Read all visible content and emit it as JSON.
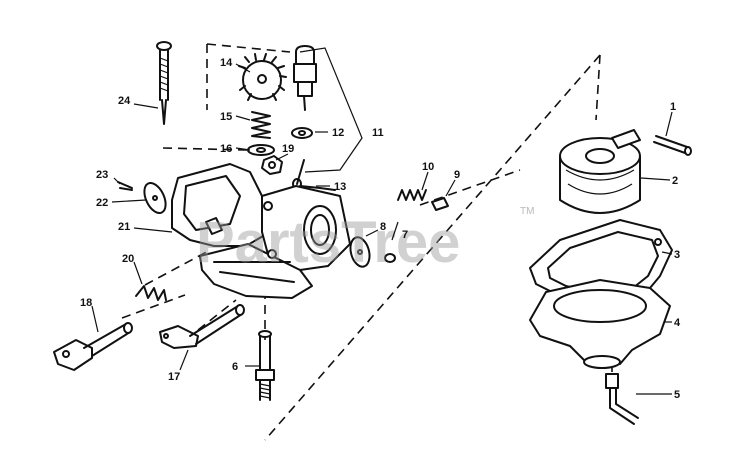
{
  "watermark": {
    "text": "PartsTree",
    "trademark": "TM"
  },
  "callouts": [
    {
      "id": "c1",
      "label": "1"
    },
    {
      "id": "c2",
      "label": "2"
    },
    {
      "id": "c3",
      "label": "3"
    },
    {
      "id": "c4",
      "label": "4"
    },
    {
      "id": "c5",
      "label": "5"
    },
    {
      "id": "c6",
      "label": "6"
    },
    {
      "id": "c7",
      "label": "7"
    },
    {
      "id": "c8",
      "label": "8"
    },
    {
      "id": "c9",
      "label": "9"
    },
    {
      "id": "c10",
      "label": "10"
    },
    {
      "id": "c11",
      "label": "11"
    },
    {
      "id": "c12",
      "label": "12"
    },
    {
      "id": "c13",
      "label": "13"
    },
    {
      "id": "c14",
      "label": "14"
    },
    {
      "id": "c15",
      "label": "15"
    },
    {
      "id": "c16",
      "label": "16"
    },
    {
      "id": "c17",
      "label": "17"
    },
    {
      "id": "c18",
      "label": "18"
    },
    {
      "id": "c19",
      "label": "19"
    },
    {
      "id": "c20",
      "label": "20"
    },
    {
      "id": "c21",
      "label": "21"
    },
    {
      "id": "c22",
      "label": "22"
    },
    {
      "id": "c23",
      "label": "23"
    },
    {
      "id": "c24",
      "label": "24"
    }
  ]
}
